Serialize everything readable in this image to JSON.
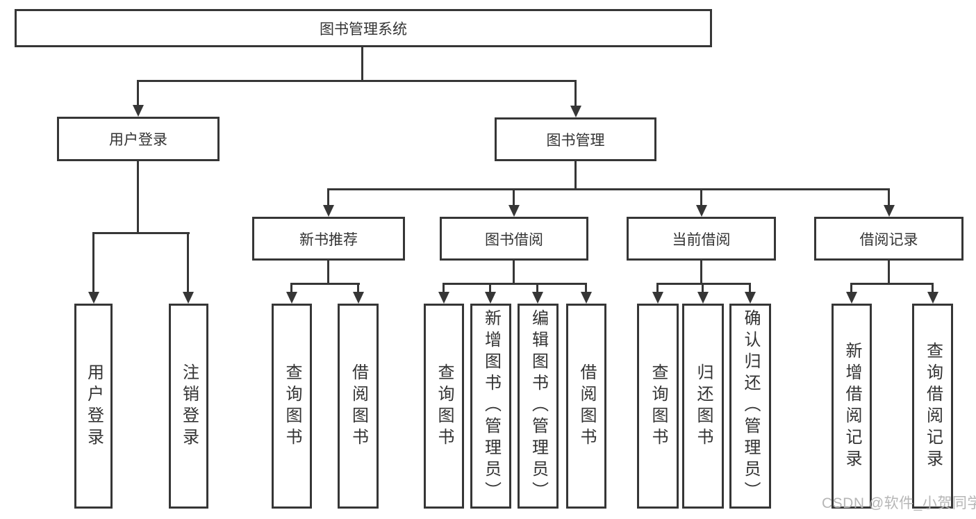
{
  "tree": {
    "root": "图书管理系统",
    "level2": [
      {
        "label": "用户登录",
        "children": [
          "用户登录",
          "注销登录"
        ]
      },
      {
        "label": "图书管理",
        "groups": [
          {
            "label": "新书推荐",
            "children": [
              "查询图书",
              "借阅图书"
            ]
          },
          {
            "label": "图书借阅",
            "children": [
              "查询图书",
              "新增图书（管理员）",
              "编辑图书（管理员）",
              "借阅图书"
            ]
          },
          {
            "label": "当前借阅",
            "children": [
              "查询图书",
              "归还图书",
              "确认归还（管理员）"
            ]
          },
          {
            "label": "借阅记录",
            "children": [
              "新增借阅记录",
              "查询借阅记录"
            ]
          }
        ]
      }
    ]
  },
  "colors": {
    "line": "#363636",
    "text": "#333333",
    "watermark": "#b6b6b6",
    "background": "#ffffff"
  },
  "watermark": "CSDN @软件_小贺同学"
}
